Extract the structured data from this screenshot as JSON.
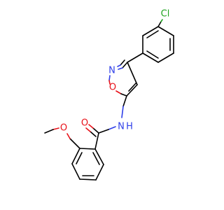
{
  "molecule": {
    "atoms": {
      "cl": "Cl",
      "n_ring": "N",
      "o_ring": "O",
      "nh": "N",
      "nh_h": "H",
      "o_carbonyl": "O",
      "o_methoxy": "O"
    },
    "colors": {
      "carbon": "#000000",
      "nitrogen": "#2f3fe8",
      "oxygen": "#e8121a",
      "chlorine": "#1fa31f"
    }
  }
}
